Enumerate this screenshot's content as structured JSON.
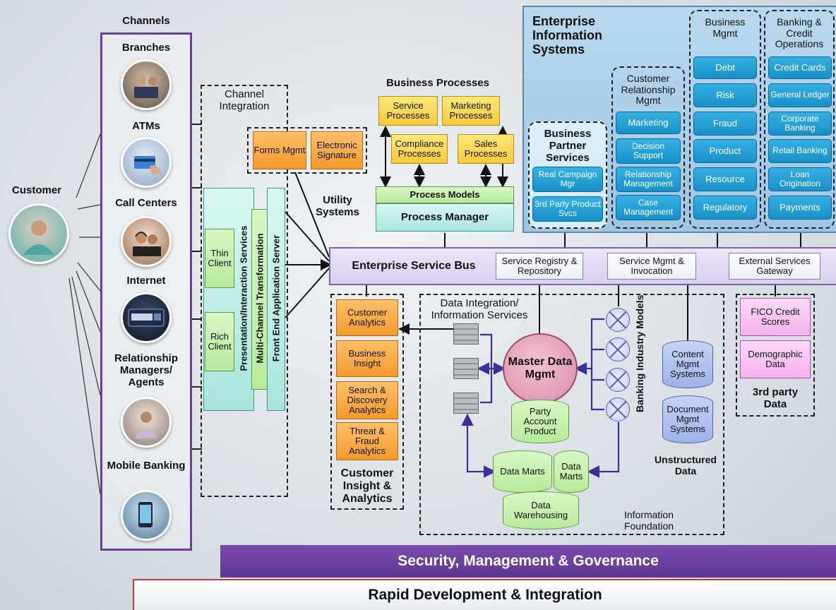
{
  "customer": "Customer",
  "channels": {
    "title": "Channels",
    "items": [
      "Branches",
      "ATMs",
      "Call Centers",
      "Internet",
      "Relationship Managers/ Agents",
      "Mobile Banking"
    ]
  },
  "channel_integration": {
    "title": "Channel Integration",
    "thin_client": "Thin Client",
    "rich_client": "Rich Client",
    "presentation": "Presentation/Interaction Services",
    "multichannel": "Multi-Channel Transformation",
    "frontend": "Front End Application Server"
  },
  "utility": {
    "forms": "Forms Mgmt",
    "esig": "Electronic Signature",
    "label": "Utility Systems"
  },
  "business_processes": {
    "title": "Business Processes",
    "service": "Service Processes",
    "marketing": "Marketing Processes",
    "compliance": "Compliance Processes",
    "sales": "Sales Processes",
    "models": "Process Models",
    "manager": "Process Manager"
  },
  "eis": {
    "title": "Enterprise Information Systems",
    "bps": {
      "title": "Business Partner Services",
      "items": [
        "Real Campaign Mgr",
        "3rd Party Product Svcs"
      ]
    },
    "crm": {
      "title": "Customer Relationship Mgmt",
      "items": [
        "Marketing",
        "Decision Support",
        "Relationship Management",
        "Case Management"
      ]
    },
    "bm": {
      "title": "Business Mgmt",
      "items": [
        "Debt",
        "Risk",
        "Fraud",
        "Product",
        "Resource",
        "Regulatory"
      ]
    },
    "bco": {
      "title": "Banking & Credit Operations",
      "items": [
        "Credit Cards",
        "General Ledger",
        "Corporate Banking",
        "Retail Banking",
        "Loan Origination",
        "Payments"
      ]
    }
  },
  "esb": {
    "title": "Enterprise Service Bus",
    "registry": "Service Registry & Repository",
    "mgmt": "Service Mgmt & Invocation",
    "gateway": "External Services Gateway"
  },
  "analytics": {
    "items": [
      "Customer Analytics",
      "Business Insight",
      "Search & Discovery Analytics",
      "Threat & Fraud Analytics"
    ],
    "label": "Customer Insight & Analytics"
  },
  "foundation": {
    "dis": "Data Integration/ Information Services",
    "mdm": "Master Data Mgmt",
    "party": "Party Account Product",
    "marts1": "Data Marts",
    "marts2": "Data Marts",
    "warehouse": "Data Warehousing",
    "bim": "Banking Industry Models",
    "content": "Content Mgmt Systems",
    "document": "Document Mgmt Systems",
    "unstructured": "Unstructured Data",
    "label": "Information Foundation"
  },
  "third_party": {
    "fico": "FICO Credit Scores",
    "demo": "Demographic Data",
    "label": "3rd party Data"
  },
  "bars": {
    "security": "Security, Management & Governance",
    "rapid": "Rapid Development & Integration"
  },
  "colors": {
    "purple": "#6a3f9b",
    "blue_panel": "#a9cde6",
    "esb": "#e2dbf1"
  }
}
